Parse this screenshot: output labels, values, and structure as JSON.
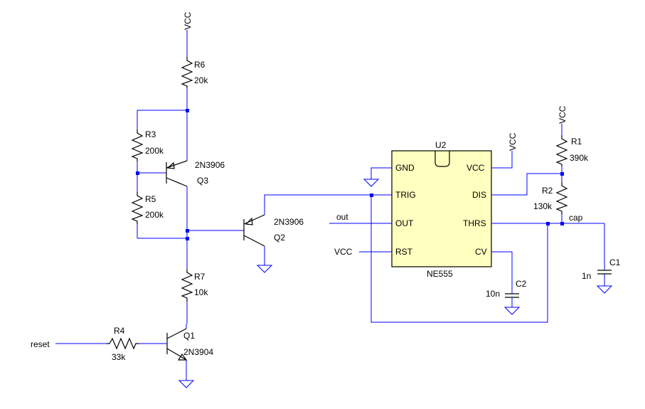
{
  "nets": {
    "vcc": "VCC",
    "reset": "reset",
    "out": "out",
    "cap": "cap"
  },
  "parts": {
    "r1": {
      "ref": "R1",
      "value": "390k"
    },
    "r2": {
      "ref": "R2",
      "value": "130k"
    },
    "r3": {
      "ref": "R3",
      "value": "200k"
    },
    "r4": {
      "ref": "R4",
      "value": "33k"
    },
    "r5": {
      "ref": "R5",
      "value": "200k"
    },
    "r6": {
      "ref": "R6",
      "value": "20k"
    },
    "r7": {
      "ref": "R7",
      "value": "10k"
    },
    "c1": {
      "ref": "C1",
      "value": "1n"
    },
    "c2": {
      "ref": "C2",
      "value": "10n"
    },
    "q1": {
      "ref": "Q1",
      "model": "2N3904"
    },
    "q2": {
      "ref": "Q2",
      "model": "2N3906"
    },
    "q3": {
      "ref": "Q3",
      "model": "2N3906"
    },
    "u2": {
      "ref": "U2",
      "model": "NE555",
      "pins": {
        "gnd": "GND",
        "trig": "TRIG",
        "out": "OUT",
        "rst": "RST",
        "vcc": "VCC",
        "dis": "DIS",
        "thrs": "THRS",
        "cv": "CV"
      }
    }
  },
  "colors": {
    "wire": "#0000ff",
    "component": "#000000",
    "ic_fill": "#ffffc0",
    "background": "#ffffff"
  }
}
